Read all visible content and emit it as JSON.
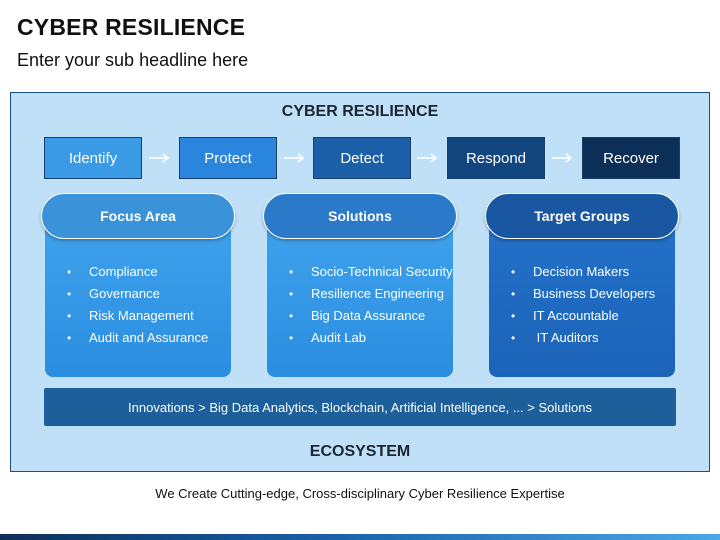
{
  "header": {
    "title": "CYBER RESILIENCE",
    "subtitle": "Enter your sub headline here"
  },
  "diagram": {
    "title": "CYBER RESILIENCE",
    "steps": [
      {
        "label": "Identify",
        "color": "#3a9ae6"
      },
      {
        "label": "Protect",
        "color": "#2a86dc"
      },
      {
        "label": "Detect",
        "color": "#1a5fa8"
      },
      {
        "label": "Respond",
        "color": "#12467f"
      },
      {
        "label": "Recover",
        "color": "#0c2f57"
      }
    ],
    "groups": [
      {
        "heading": "Focus Area",
        "heading_color": "#3a93d8",
        "items": [
          "Compliance",
          "Governance",
          "Risk Management",
          "Audit and Assurance"
        ]
      },
      {
        "heading": "Solutions",
        "heading_color": "#2b79c9",
        "items": [
          "Socio-Technical Security",
          "Resilience Engineering",
          "Big Data Assurance",
          "Audit Lab"
        ]
      },
      {
        "heading": "Target Groups",
        "heading_color": "#1a57a3",
        "items": [
          "Decision Makers",
          "Business Developers",
          "IT Accountable",
          " IT Auditors"
        ]
      }
    ],
    "innovations": "Innovations > Big Data Analytics, Blockchain, Artificial Intelligence, ... > Solutions",
    "footer": "ECOSYSTEM"
  },
  "tagline": "We Create Cutting-edge, Cross-disciplinary Cyber Resilience Expertise",
  "icons": {
    "arrow": "right-arrow-icon",
    "bullet": "bullet-icon"
  }
}
